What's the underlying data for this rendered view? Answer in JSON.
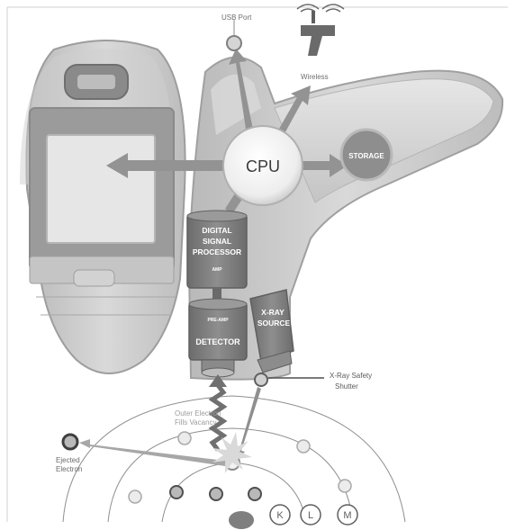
{
  "labels": {
    "usb_port": "USB Port",
    "wireless": "Wireless",
    "cpu": "CPU",
    "storage": "STORAGE",
    "dsp_line1": "DIGITAL",
    "dsp_line2": "SIGNAL",
    "dsp_line3": "PROCESSOR",
    "amp": "AMP",
    "pre_amp": "PRE-AMP",
    "detector": "DETECTOR",
    "xray_line1": "X-RAY",
    "xray_line2": "SOURCE",
    "safety_line1": "X-Ray Safety",
    "safety_line2": "Shutter",
    "outer_line1": "Outer Electron",
    "outer_line2": "Fills Vacancy",
    "ejected_line1": "Ejected",
    "ejected_line2": "Electron",
    "shell_k": "K",
    "shell_l": "L",
    "shell_m": "M"
  },
  "colors": {
    "device_body": "#c8c8c8",
    "device_shadow": "#a9a9a9",
    "arrow": "#8f8f8f",
    "component": "#7d7d7d",
    "storage": "#8a8a8a",
    "screen": "#e4e4e4"
  },
  "icons": [
    "wireless-scanner-icon",
    "usb-port-icon"
  ]
}
